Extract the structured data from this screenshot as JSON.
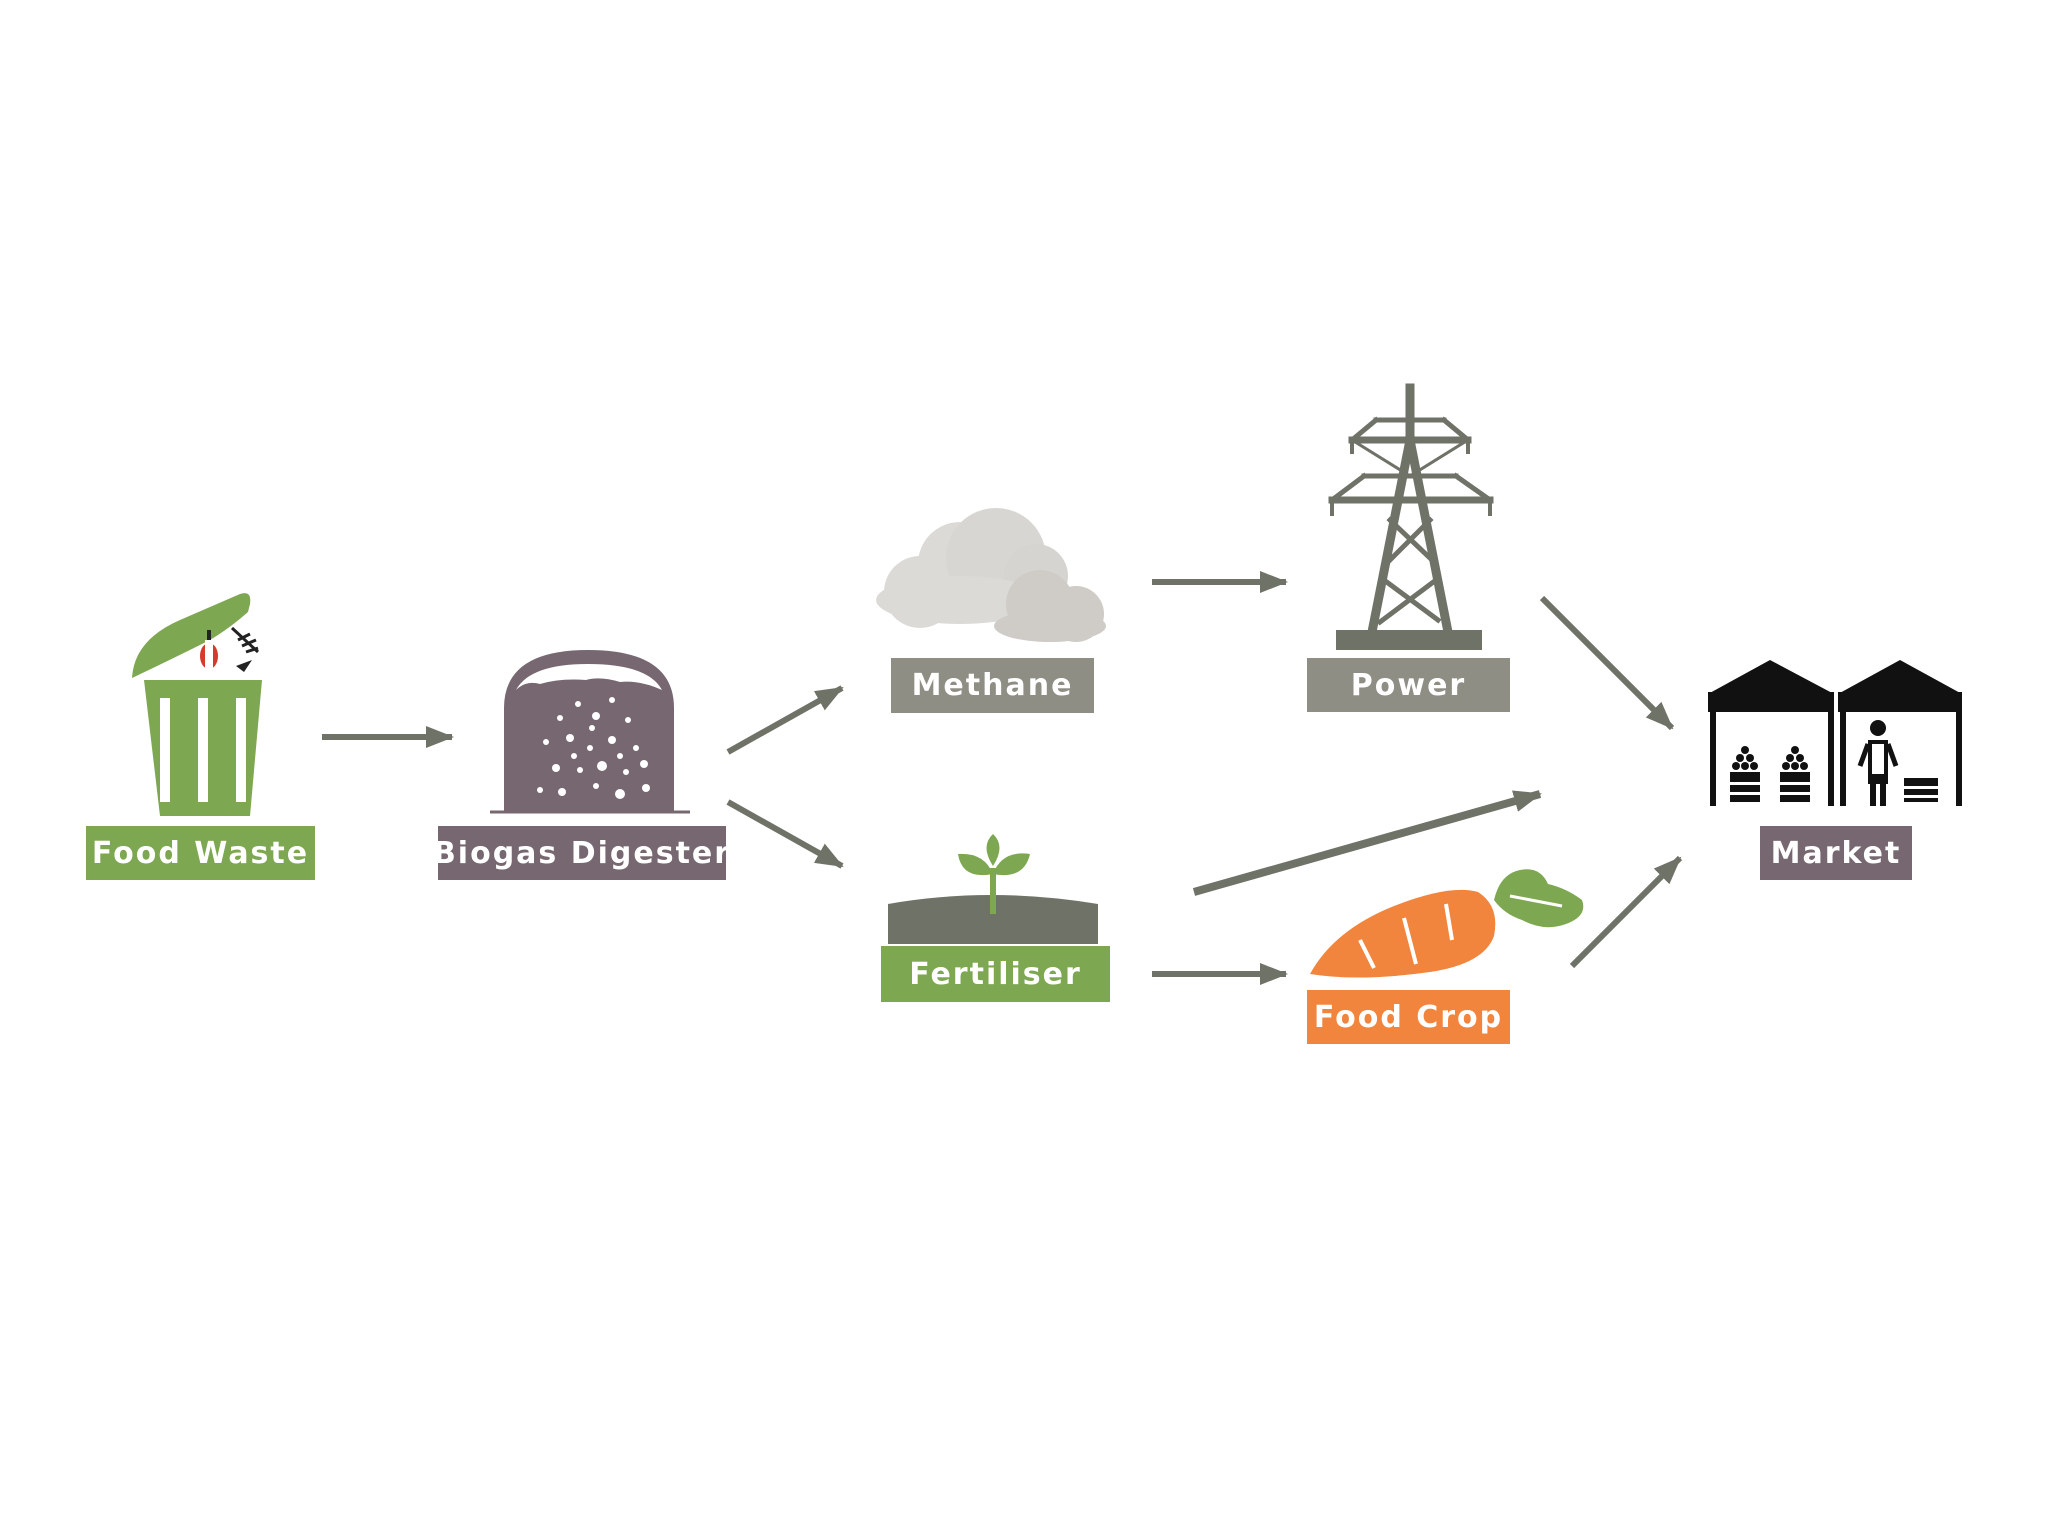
{
  "nodes": [
    {
      "id": "food_waste",
      "label": "Food Waste",
      "icon": "trash-bin-icon",
      "color": "#7EA752"
    },
    {
      "id": "biogas_digester",
      "label": "Biogas Digester",
      "icon": "digester-dome-icon",
      "color": "#766771"
    },
    {
      "id": "methane",
      "label": "Methane",
      "icon": "cloud-icon",
      "color": "#8E8E84"
    },
    {
      "id": "power",
      "label": "Power",
      "icon": "pylon-icon",
      "color": "#8E8E84"
    },
    {
      "id": "fertiliser",
      "label": "Fertiliser",
      "icon": "sprout-icon",
      "color": "#7EA752"
    },
    {
      "id": "food_crop",
      "label": "Food Crop",
      "icon": "carrot-icon",
      "color": "#F2853D"
    },
    {
      "id": "market",
      "label": "Market",
      "icon": "market-stall-icon",
      "color": "#766771"
    }
  ],
  "edges": [
    {
      "from": "food_waste",
      "to": "biogas_digester"
    },
    {
      "from": "biogas_digester",
      "to": "methane"
    },
    {
      "from": "biogas_digester",
      "to": "fertiliser"
    },
    {
      "from": "methane",
      "to": "power"
    },
    {
      "from": "power",
      "to": "market"
    },
    {
      "from": "fertiliser",
      "to": "food_crop"
    },
    {
      "from": "fertiliser",
      "to": "market"
    },
    {
      "from": "food_crop",
      "to": "market"
    }
  ],
  "colors": {
    "arrow": "#6F7267",
    "green": "#7EA752",
    "mauve": "#766771",
    "grey": "#8E8E84",
    "orange": "#F2853D"
  }
}
